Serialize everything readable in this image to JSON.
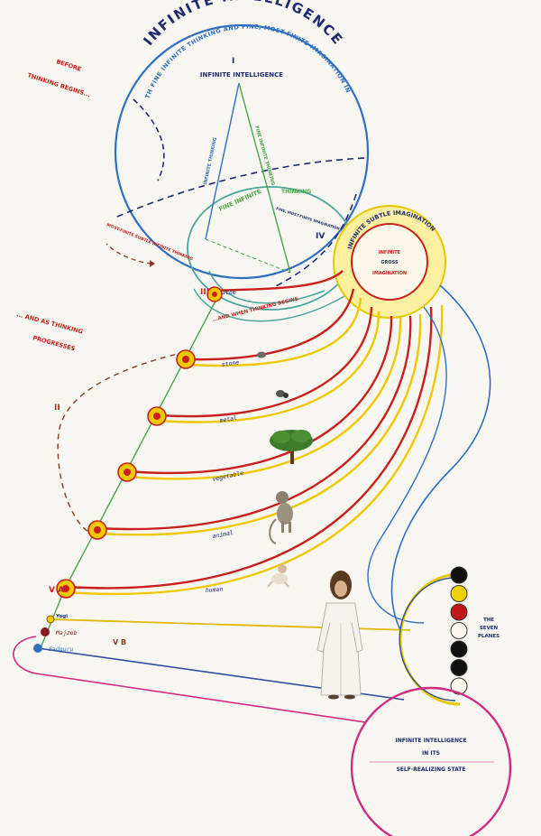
{
  "title": "INFINITE INTELLIGENCE",
  "top_arc_text": "WITH FINE INFINITE THINKING AND FINE, MOST-FINITE IMAGINATION IN IT",
  "roman": {
    "I": "I",
    "II": "II",
    "III": "III",
    "IV": "IV",
    "VA": "V A",
    "VB": "V B"
  },
  "top_center": "INFINITE   INTELLIGENCE",
  "inner_infinite": "INFINITE INTELLIGENCE",
  "inner_thinking_left": "INFINITE THINKING",
  "inner_thinking_right": "FINE INFINITE THINKING",
  "fine_infinite": "FINE INFINITE",
  "thinking": "THINKING",
  "fine_most_finite": "FINE, MOST-FINITE IMAGINATION",
  "most_finite_left": "MOST-FINITE SUBTLE INFINITE THINKING",
  "left_labels": {
    "before": "BEFORE",
    "thinking_begins": "THINKING BEGINS...",
    "and_as_thinking": "... AND AS THINKING",
    "progresses": "PROGRESSES",
    "and_when": "...AND WHEN THINKING BEGINS"
  },
  "sun": {
    "outer_text": "INFINITE SUBTLE IMAGINATION",
    "inner_top": "INFINITE",
    "inner_middle": "GROSS",
    "inner_bottom": "IMAGINATION"
  },
  "stages": [
    "atom",
    "stone",
    "metal",
    "vegetable",
    "animal",
    "human"
  ],
  "lower_labels": {
    "yogi": "Yogi",
    "majzoob": "Majzob",
    "sadguru": "Sadguru"
  },
  "planes": {
    "label_line1": "THE",
    "label_line2": "SEVEN",
    "label_line3": "PLANES",
    "colors": [
      "#111111",
      "#f0d000",
      "#c01818",
      "#fbf6ee",
      "#111111",
      "#111111",
      "#fbf6ee"
    ]
  },
  "bottom": {
    "line1": "INFINITE INTELLIGENCE",
    "line2": "IN ITS",
    "line3": "SELF-REALIZING STATE"
  },
  "colors": {
    "blue": "#2f6fc0",
    "teal": "#4aa59c",
    "red": "#c8201c",
    "yellow": "#f0c800",
    "green": "#4aa348",
    "navy": "#1e2a70",
    "magenta": "#d02c84",
    "brown": "#8a3a20"
  }
}
